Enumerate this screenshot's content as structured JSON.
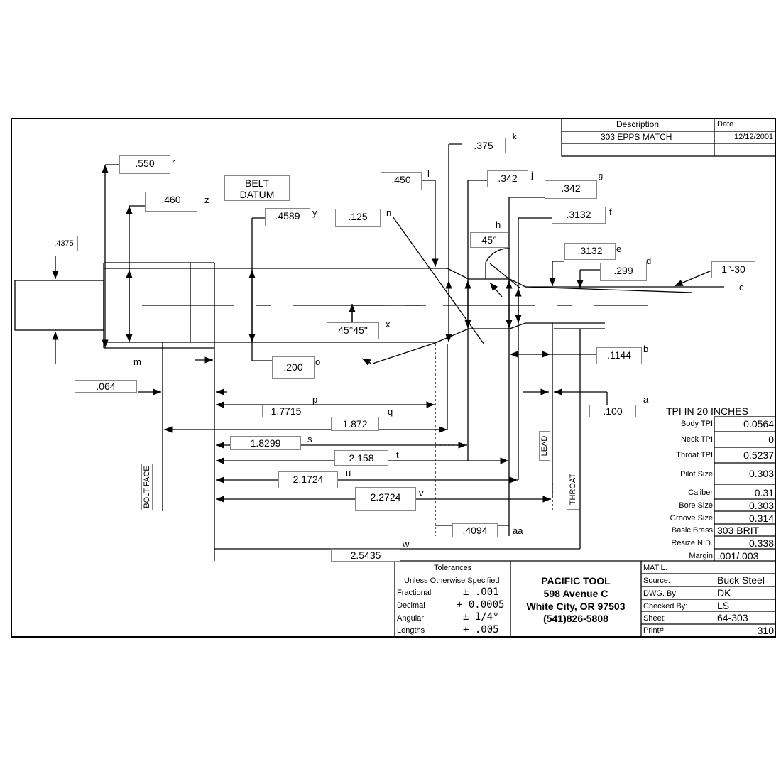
{
  "revision": {
    "header_description": "Description",
    "header_date": "Date",
    "description": "303 EPPS MATCH",
    "date": "12/12/2001"
  },
  "dimensions": {
    "r": ".550",
    "z": ".460",
    "y": ".4589",
    "n": ".125",
    "l": ".450",
    "k": ".375",
    "j": ".342",
    "g": ".342",
    "f": ".3132",
    "h": "45°",
    "e": ".3132",
    "d": ".299",
    "c": "1°-30",
    "x": "45°45\"",
    "b": ".1144",
    "o": ".200",
    "a": ".100",
    "dia": ".4375",
    "m_dim": ".064",
    "p": "1.7715",
    "q": "1.872",
    "s": "1.8299",
    "t": "2.158",
    "u": "2.1724",
    "v": "2.2724",
    "aa": ".4094",
    "w": "2.5435"
  },
  "letters": {
    "r": "r",
    "z": "z",
    "y": "y",
    "n": "n",
    "l": "l",
    "k": "k",
    "j": "j",
    "g": "g",
    "f": "f",
    "h": "h",
    "e": "e",
    "d": "d",
    "c": "c",
    "x": "x",
    "b": "b",
    "o": "o",
    "a": "a",
    "m": "m",
    "p": "p",
    "q": "q",
    "s": "s",
    "t": "t",
    "u": "u",
    "v": "v",
    "aa": "aa",
    "w": "w"
  },
  "belt_datum": [
    "BELT",
    "DATUM"
  ],
  "vertical_labels": {
    "bolt_face": "BOLT FACE",
    "lead": "LEAD",
    "throat": "THROAT"
  },
  "tpi_header": "TPI IN 20  INCHES",
  "specs": [
    {
      "label": "Body TPI",
      "value": "0.0564"
    },
    {
      "label": "Neck TPI",
      "value": "0"
    },
    {
      "label": "Throat TPI",
      "value": "0.5237"
    },
    {
      "label": "Pilot Size",
      "value": "0.303"
    },
    {
      "label": "Caliber",
      "value": "0.31"
    },
    {
      "label": "Bore Size",
      "value": "0.303"
    },
    {
      "label": "Groove Size",
      "value": "0.314"
    },
    {
      "label": "Basic Brass",
      "value": "303 BRIT"
    },
    {
      "label": "Resize N.D.",
      "value": "0.338"
    },
    {
      "label": "Margin",
      "value": ".001/.003"
    }
  ],
  "tolerances": {
    "title": "Tolerances",
    "subtitle": "Unless Otherwise Specified",
    "rows": [
      {
        "label": "Fractional",
        "value": "± .001"
      },
      {
        "label": "Decimal",
        "value": "+ 0.0005"
      },
      {
        "label": "Angular",
        "value": "± 1/4°"
      },
      {
        "label": "Lengths",
        "value": "+ .005"
      }
    ]
  },
  "company": {
    "name": "PACIFIC TOOL",
    "address": "598 Avenue C",
    "city": "White City, OR 97503",
    "phone": "(541)826-5808"
  },
  "info": {
    "matl_label": "MAT'L.",
    "rows": [
      {
        "label": "Source:",
        "value": "Buck Steel"
      },
      {
        "label": "DWG. By:",
        "value": "DK"
      },
      {
        "label": "Checked By:",
        "value": "LS"
      },
      {
        "label": "Sheet:",
        "value": "64-303"
      },
      {
        "label": "Print#",
        "value": "310"
      }
    ]
  }
}
